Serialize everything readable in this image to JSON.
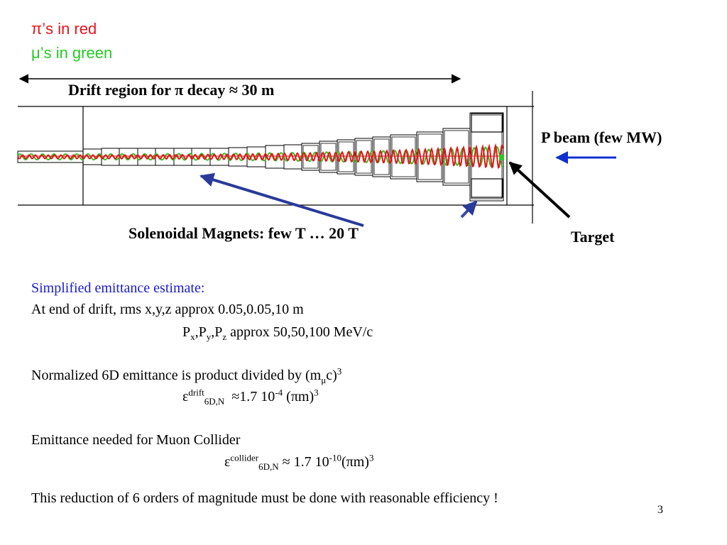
{
  "colors": {
    "pion": "#e8141c",
    "muon": "#22cc22",
    "arrow_blue": "#2a3a9a",
    "beam_blue": "#1030d0",
    "text_blue": "#1a1ad0"
  },
  "legend": {
    "pi_symbol": "π",
    "pi_label": "’s in red",
    "mu_symbol": "μ",
    "mu_label": "’s in green"
  },
  "diagram": {
    "drift_label": "Drift region for π decay ≈ 30 m",
    "beam_label": "P beam (few MW)",
    "magnets_label": "Solenoidal Magnets: few T … 20 T",
    "target_label": "Target"
  },
  "body": {
    "heading": "Simplified emittance estimate:",
    "line1": "At end of drift, rms x,y,z approx 0.05,0.05,10 m",
    "line2": {
      "p1": "P",
      "s1": "x",
      "c1": ",P",
      "s2": "y",
      "c2": ",P",
      "s3": "z",
      "rest": " approx 50,50,100 MeV/c"
    },
    "line3": {
      "text": "Normalized 6D emittance is product divided by (m",
      "sub": "μ",
      "after": "c)",
      "sup": "3"
    },
    "eq1": {
      "eps": "ε",
      "sup": "drift",
      "sub": "6D,N",
      "mid": "  ≈1.7 10",
      "exp": "-4",
      "after": " (πm)",
      "pow": "3"
    },
    "line4": "Emittance needed for Muon Collider",
    "eq2": {
      "eps": "ε",
      "sup": "collider",
      "sub": "6D,N",
      "mid": " ≈ 1.7 10",
      "exp": "-10",
      "after": "(πm)",
      "pow": "3"
    },
    "line5": "This reduction of 6 orders of magnitude must be done with reasonable efficiency !"
  },
  "page_number": "3"
}
